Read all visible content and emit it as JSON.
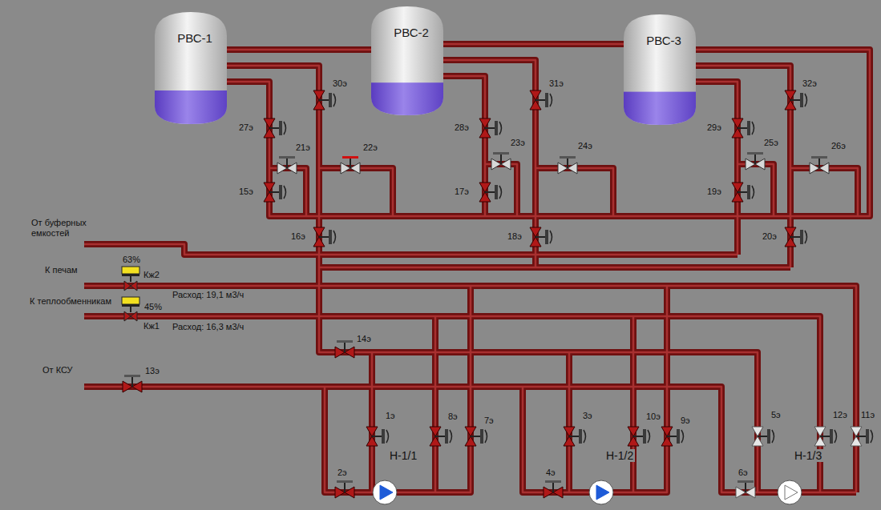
{
  "diagram": {
    "nodes": [
      {
        "text": [
          "РВС-1"
        ]
      },
      {
        "text": [
          "РВС-2"
        ]
      },
      {
        "text": [
          "РВС-3"
        ]
      },
      {
        "text": [
          "Н-1/1"
        ]
      },
      {
        "text": [
          "Н-1/2"
        ]
      },
      {
        "text": [
          "Н-1/3"
        ]
      }
    ],
    "labels": [
      "От буферных емкостей",
      "К печам",
      "К теплообменникам",
      "От КСУ",
      "63%",
      "Кж2",
      "45%",
      "Кж1",
      "Расход: 19,1 м3/ч",
      "Расход: 16,3 м3/ч",
      "1э",
      "2э",
      "3э",
      "4э",
      "5э",
      "6э",
      "7э",
      "8э",
      "9э",
      "10э",
      "11э",
      "12э",
      "13э",
      "14э",
      "15э",
      "16э",
      "17э",
      "18э",
      "19э",
      "20э",
      "21э",
      "22э",
      "23э",
      "24э",
      "25э",
      "26э",
      "27э",
      "28э",
      "29э",
      "30э",
      "31э",
      "32э"
    ]
  }
}
